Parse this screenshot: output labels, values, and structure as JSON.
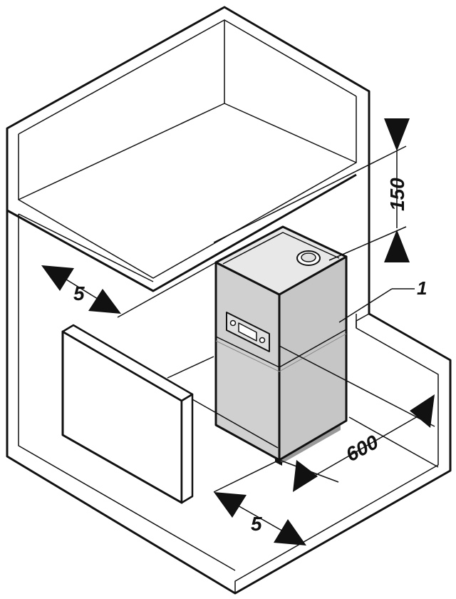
{
  "colors": {
    "stroke": "#111111",
    "boiler_body": "#d3d3d3",
    "boiler_top": "#e6e6e6",
    "boiler_shadow": "#bdbdbd",
    "background": "#ffffff"
  },
  "labels": {
    "top_clearance": "150",
    "side_clearance_left": "5",
    "front_clearance": "600",
    "side_clearance_bottom": "5",
    "callout_number": "1"
  },
  "icons": {
    "arrow": "triangle-arrowhead",
    "flue": "flue-outlet-icon"
  }
}
